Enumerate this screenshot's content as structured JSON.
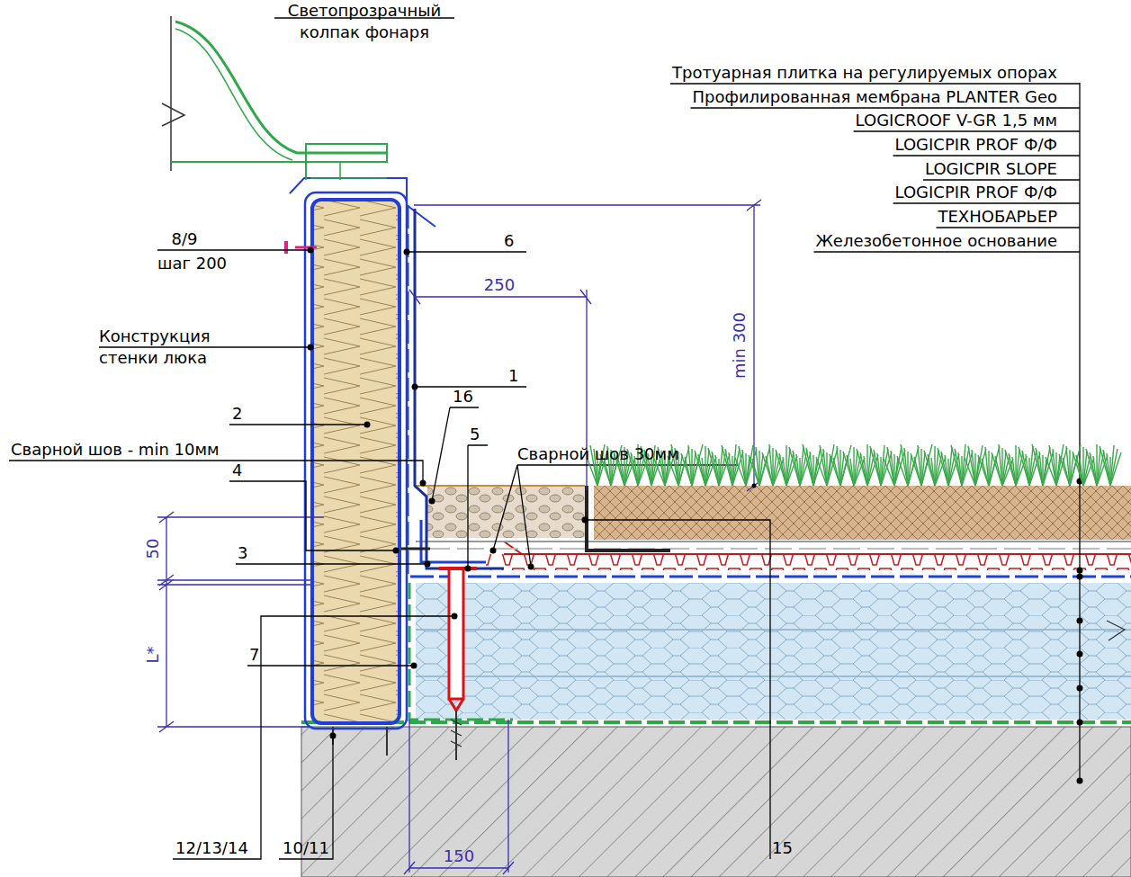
{
  "diagram": {
    "labels": [
      "Светопрозрачный колпак фонаря",
      "Тротуарная плитка на регулируемых опорах",
      "Профилированная мембрана PLANTER Geo",
      "LOGICROOF V-GR 1,5 мм",
      "LOGICPIR PROF Ф/Ф",
      "LOGICPIR SLOPE",
      "LOGICPIR PROF Ф/Ф",
      "ТЕХНОБАРЬЕР",
      "Железобетонное основание",
      "8/9",
      "шаг 200",
      "6",
      "250",
      "min 300",
      "Конструкция стенки люка",
      "1",
      "2",
      "16",
      "5",
      "Сварной шов 30мм",
      "Сварной шов - min 10мм",
      "4",
      "50",
      "3",
      "L*",
      "7",
      "12/13/14",
      "10/11",
      "150",
      "15"
    ]
  }
}
